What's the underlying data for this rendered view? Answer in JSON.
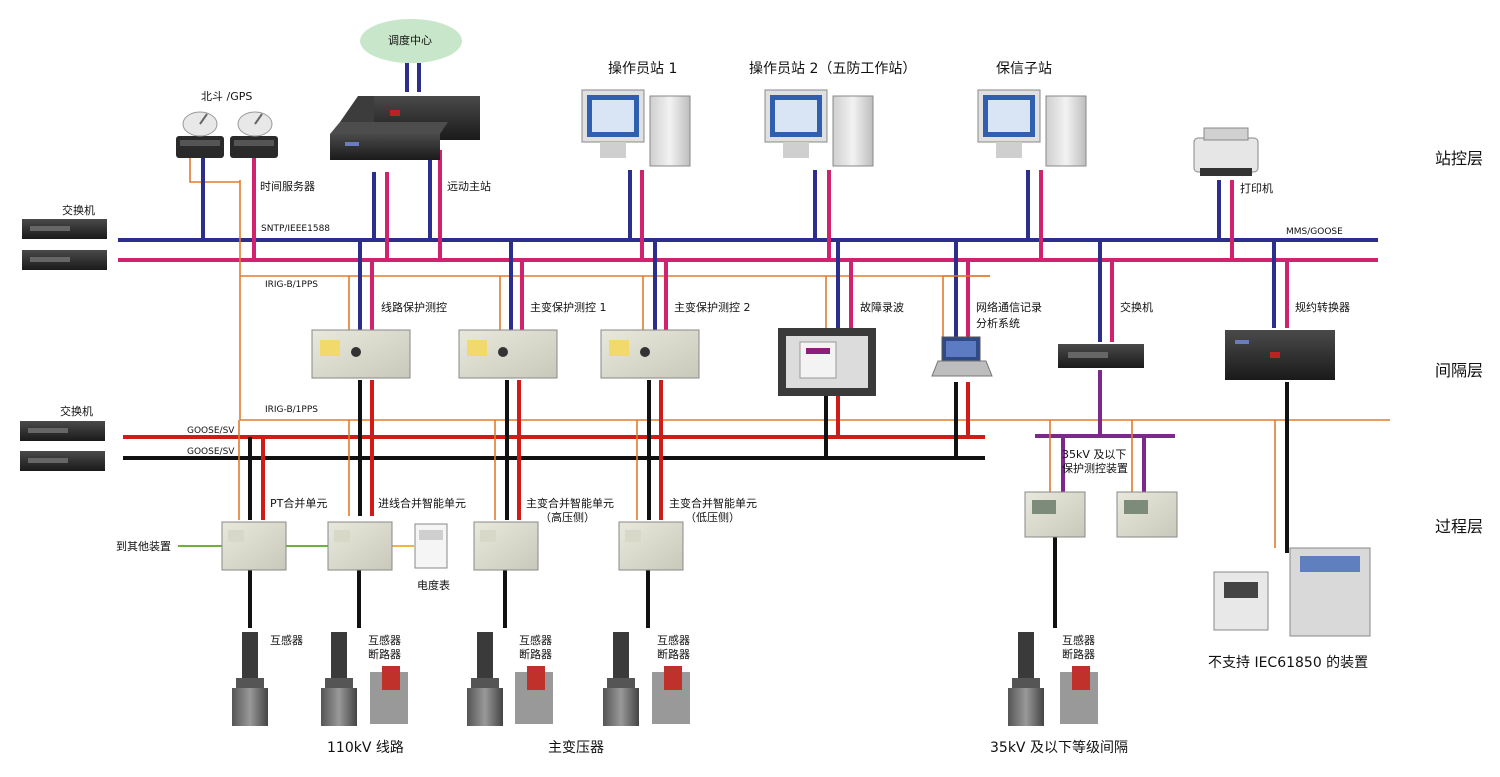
{
  "colors": {
    "blue": "#2b2e8c",
    "magenta": "#d1226f",
    "orange": "#e07b2d",
    "red": "#d11a1a",
    "black": "#111111",
    "purple": "#7b2a8c",
    "green": "#6bb23a",
    "cloud": "#c8e6c9"
  },
  "layers": {
    "station": "站控层",
    "bay": "间隔层",
    "process": "过程层"
  },
  "station": {
    "dispatch_center": "调度中心",
    "beidou_gps": "北斗 /GPS",
    "time_server": "时间服务器",
    "remote_master": "远动主站",
    "operator_1": "操作员站 1",
    "operator_2": "操作员站 2（五防工作站）",
    "protection_substation": "保信子站",
    "printer": "打印机",
    "switch": "交换机",
    "bus_sntp": "SNTP/IEEE1588",
    "bus_mms": "MMS/GOOSE",
    "bus_irig_1": "IRIG-B/1PPS"
  },
  "bay": {
    "line_protection": "线路保护测控",
    "transformer_protection_1": "主变保护测控 1",
    "transformer_protection_2": "主变保护测控 2",
    "fault_recorder": "故障录波",
    "network_analyzer_1": "网络通信记录",
    "network_analyzer_2": "分析系统",
    "switch": "交换机",
    "protocol_converter": "规约转换器",
    "bus_irig_2": "IRIG-B/1PPS",
    "bus_goose_sv_1": "GOOSE/SV",
    "bus_goose_sv_2": "GOOSE/SV",
    "switch_left": "交换机",
    "low_voltage_protection_1": "35kV 及以下",
    "low_voltage_protection_2": "保护测控装置"
  },
  "process": {
    "pt_merging_unit": "PT合并单元",
    "incoming_merging_unit": "进线合并智能单元",
    "transformer_mu_high_1": "主变合并智能单元",
    "transformer_mu_high_2": "（高压侧）",
    "transformer_mu_low_1": "主变合并智能单元",
    "transformer_mu_low_2": "（低压侧）",
    "to_other_devices": "到其他装置",
    "energy_meter": "电度表",
    "transformer_label": "互感器",
    "transformer_breaker_a1": "互感器",
    "transformer_breaker_a2": "断路器",
    "transformer_breaker_b1": "互感器",
    "transformer_breaker_b2": "断路器",
    "transformer_breaker_c1": "互感器",
    "transformer_breaker_c2": "断路器",
    "transformer_breaker_d1": "互感器",
    "transformer_breaker_d2": "断路器",
    "non_iec_devices": "不支持 IEC61850 的装置"
  },
  "captions": {
    "line_110kv": "110kV 线路",
    "main_transformer": "主变压器",
    "low_voltage_bay": "35kV 及以下等级间隔"
  }
}
